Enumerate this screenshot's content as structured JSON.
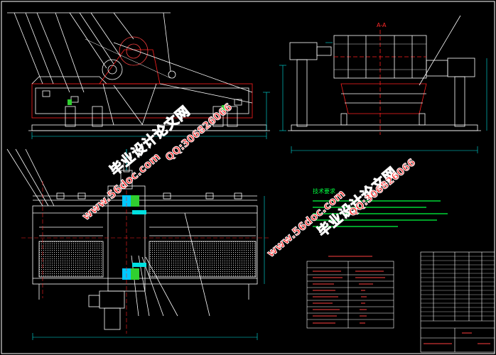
{
  "drawing": {
    "section_label_top_right": "A-A",
    "table_title": "",
    "table_header": [],
    "table_rows": [],
    "tech_requirements_title": "技术要求"
  },
  "watermarks": {
    "site_cn": "毕业设计论文网",
    "url": "www.56doc.com",
    "qq": "QQ:306826066"
  },
  "colors": {
    "background": "#000000",
    "outline": "#ffffff",
    "frame": "#ff2020",
    "dimension": "#00e5e5",
    "text_green": "#00ff40",
    "wheel": "#ff4040",
    "highlight_green": "#30d030",
    "highlight_cyan": "#00d0ff"
  }
}
